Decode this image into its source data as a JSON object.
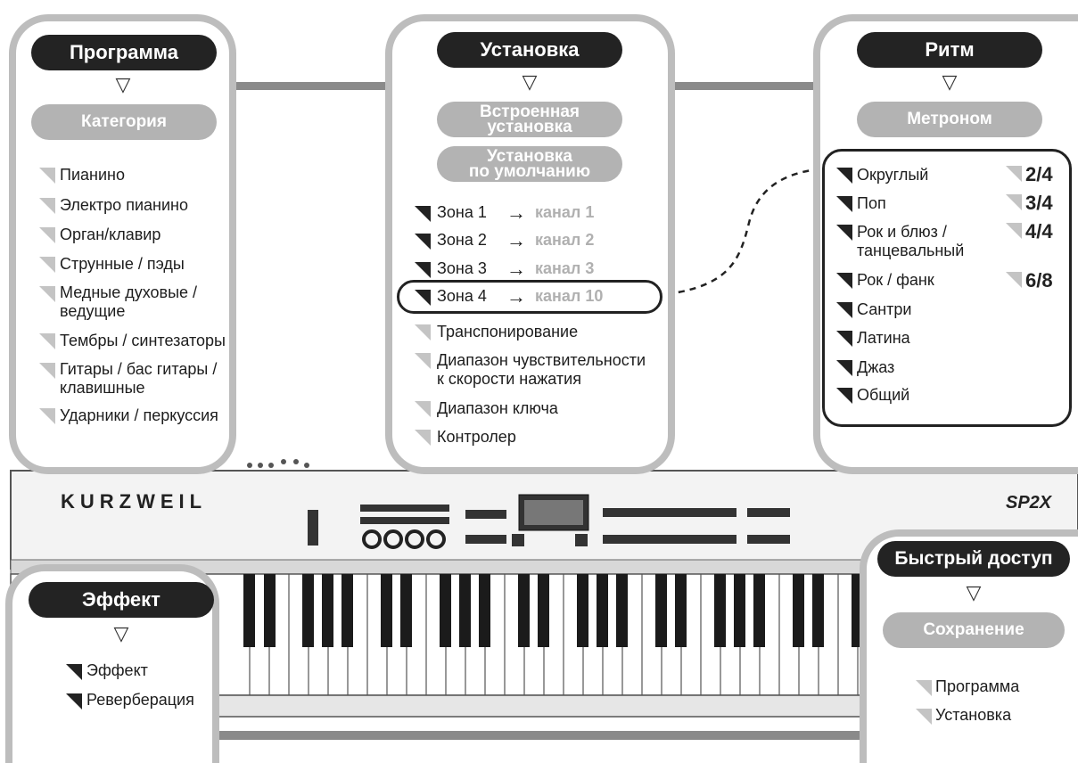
{
  "brand": "KURZWEIL",
  "model": "SP2X",
  "program": {
    "title": "Программа",
    "subtitle": "Категория",
    "items": [
      "Пианино",
      "Электро пианино",
      "Орган/клавир",
      "Струнные / пэды",
      "Медные духовые /\nведущие",
      "Тембры / синтезаторы",
      "Гитары / бас гитары /\nклавишные",
      "Ударники / перкуссия"
    ]
  },
  "setup": {
    "title": "Установка",
    "option1": "Встроенная\nустановка",
    "option2": "Установка\nпо умолчанию",
    "zones": [
      {
        "zone": "Зона 1",
        "channel": "канал 1"
      },
      {
        "zone": "Зона 2",
        "channel": "канал 2"
      },
      {
        "zone": "Зона 3",
        "channel": "канал 3"
      },
      {
        "zone": "Зона 4",
        "channel": "канал 10"
      }
    ],
    "arrow": "→",
    "items": [
      "Транспонирование",
      "Диапазон чувствительности\nк скорости нажатия",
      "Диапазон ключа",
      "Контролер"
    ]
  },
  "rhythm": {
    "title": "Ритм",
    "subtitle": "Метроном",
    "styles": [
      "Округлый",
      "Поп",
      "Рок и блюз /\nтанцевальный",
      "Рок / фанк",
      "Сантри",
      "Латина",
      "Джаз",
      "Общий"
    ],
    "signatures": [
      "2/4",
      "3/4",
      "4/4",
      "6/8"
    ]
  },
  "effect": {
    "title": "Эффект",
    "items": [
      "Эффект",
      "Реверберация"
    ]
  },
  "quick": {
    "title": "Быстрый доступ",
    "subtitle": "Сохранение",
    "items": [
      "Программа",
      "Установка"
    ]
  },
  "down_arrow": "▽"
}
